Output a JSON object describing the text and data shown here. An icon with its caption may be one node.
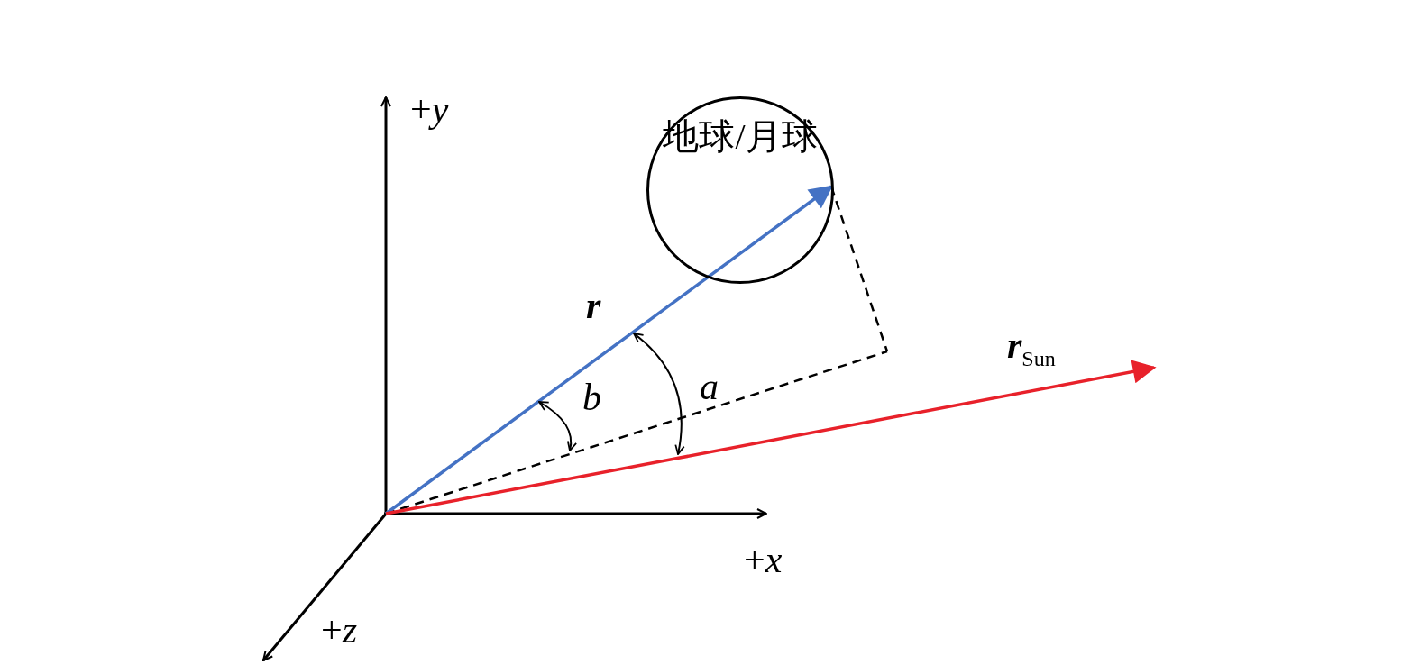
{
  "diagram": {
    "nodes": [
      {
        "text": [
          "地球/月球"
        ]
      }
    ],
    "labels": [
      "+*y*",
      "r",
      "r$_{Sun}$",
      "b",
      "a",
      "+*x*",
      "+*z*"
    ]
  }
}
